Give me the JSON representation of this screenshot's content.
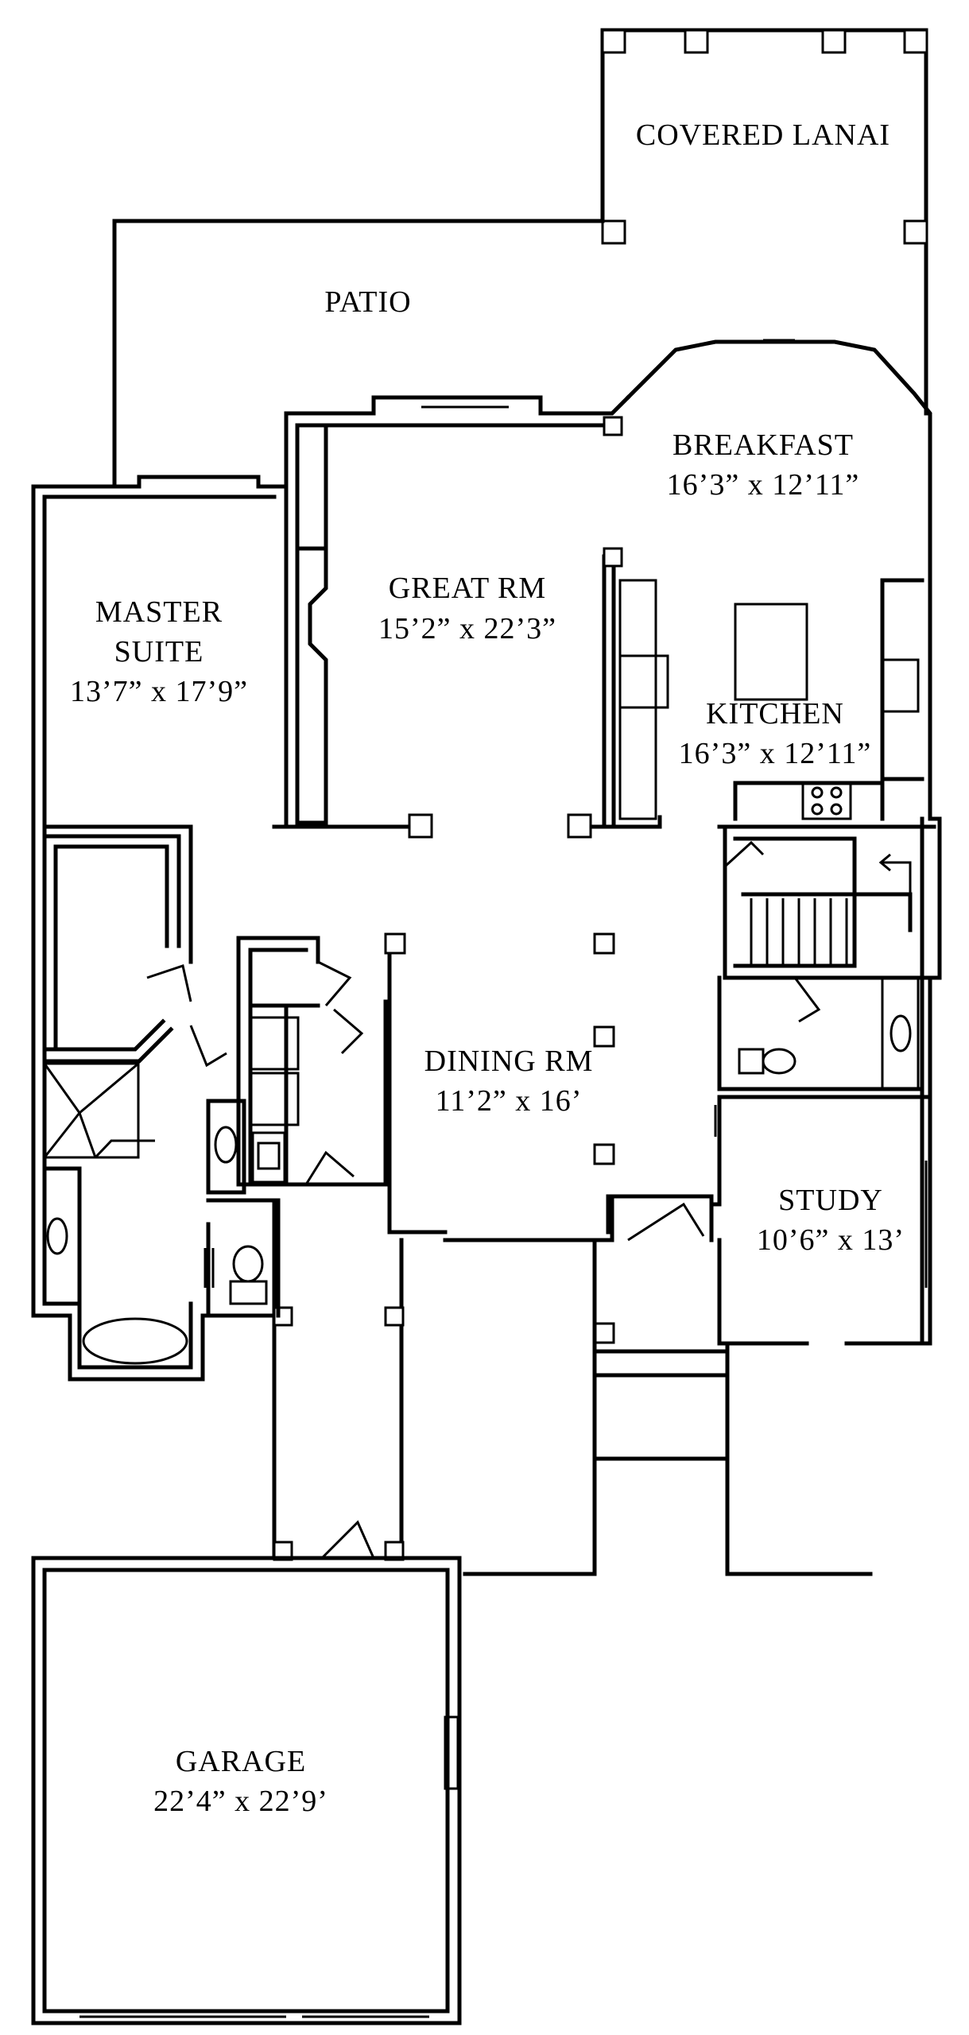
{
  "rooms": {
    "covered_lanai": {
      "name": "COVERED LANAI",
      "dims": ""
    },
    "patio": {
      "name": "PATIO",
      "dims": ""
    },
    "breakfast": {
      "name": "BREAKFAST",
      "dims": "16’3” x 12’11”"
    },
    "great_rm": {
      "name": "GREAT RM",
      "dims": "15’2” x 22’3”"
    },
    "master_suite": {
      "name1": "MASTER",
      "name2": "SUITE",
      "dims": "13’7” x 17’9”"
    },
    "kitchen": {
      "name": "KITCHEN",
      "dims": "16’3” x 12’11”"
    },
    "dining_rm": {
      "name": "DINING RM",
      "dims": "11’2” x 16’"
    },
    "study": {
      "name": "STUDY",
      "dims": "10’6” x 13’"
    },
    "garage": {
      "name": "GARAGE",
      "dims": "22’4” x 22’9’"
    }
  }
}
